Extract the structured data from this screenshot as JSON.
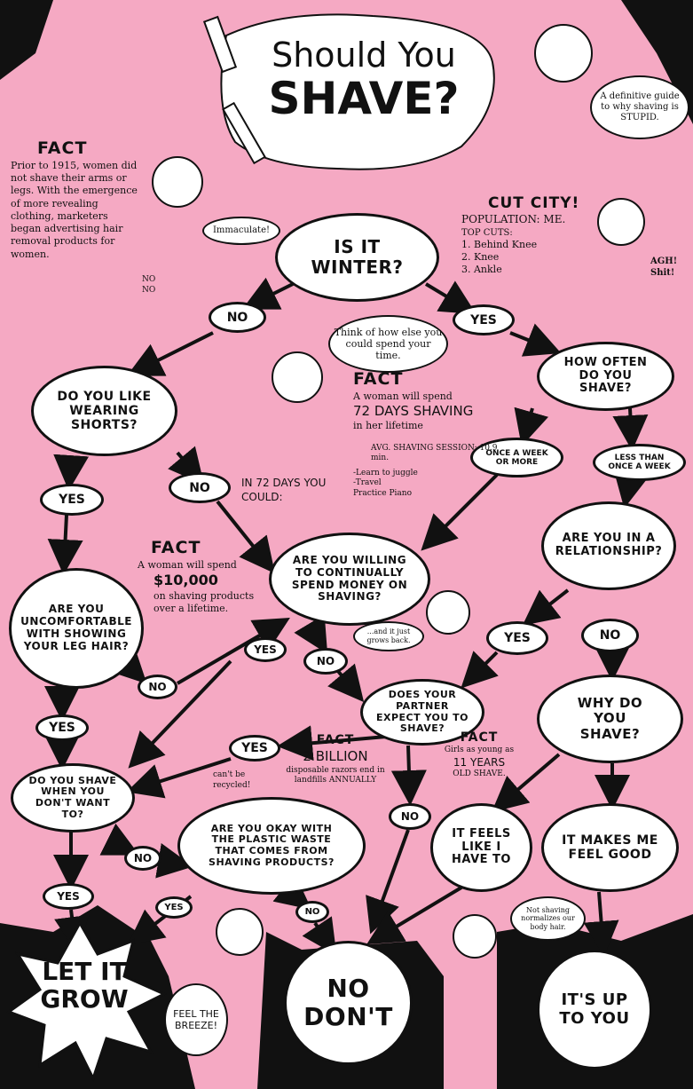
{
  "title": {
    "line1": "Should You",
    "line2": "SHAVE?"
  },
  "subtitle_bubble": "A definitive guide to why shaving is STUPID.",
  "fact1": {
    "heading": "FACT",
    "text": "Prior to 1915, women did not shave their arms or legs. With the emergence of more revealing clothing, marketers began advertising hair removal products for women."
  },
  "immaculate_bubble": "Immaculate!",
  "no_no_text": "NO NO",
  "cut_city": {
    "heading": "CUT CITY!",
    "population_label": "POPULATION:",
    "population_value": "ME.",
    "top_cuts_label": "TOP CUTS:",
    "cuts": [
      "1. Behind Knee",
      "2. Knee",
      "3. Ankle"
    ],
    "exclaim": "AGH! Shit!"
  },
  "nodes": {
    "winter": "IS IT WINTER?",
    "shorts": "DO YOU LIKE WEARING SHORTS?",
    "how_often": "HOW OFTEN DO YOU SHAVE?",
    "uncomfortable": "ARE YOU UNCOMFORTABLE WITH SHOWING YOUR LEG HAIR?",
    "willing": "ARE YOU WILLING TO CONTINUALLY SPEND MONEY ON SHAVING?",
    "relationship": "ARE YOU IN A RELATIONSHIP?",
    "partner": "DOES YOUR PARTNER EXPECT YOU TO SHAVE?",
    "why": "WHY DO YOU SHAVE?",
    "dont_want": "DO YOU SHAVE WHEN YOU DON'T WANT TO?",
    "plastic": "ARE YOU OKAY WITH THE PLASTIC WASTE THAT COMES FROM SHAVING PRODUCTS?",
    "have_to": "IT FEELS LIKE I HAVE TO",
    "feel_good": "IT MAKES ME FEEL GOOD",
    "let_it_grow": "LET IT GROW",
    "no_dont": "NO DON'T",
    "up_to_you": "IT'S UP TO YOU"
  },
  "labels": {
    "no": "NO",
    "yes": "YES",
    "once_week": "ONCE A WEEK OR MORE",
    "less_week": "LESS THAN ONCE A WEEK"
  },
  "think_bubble": "Think of how else you could spend your time.",
  "fact2": {
    "heading": "FACT",
    "line1": "A woman will spend",
    "line2": "72 DAYS SHAVING",
    "line3": "in her lifetime",
    "avg": "AVG. SHAVING SESSION: 10.9 min.",
    "could_label": "IN 72 DAYS YOU COULD:",
    "could_items": [
      "-Learn to juggle",
      "-Travel",
      "Practice Piano"
    ]
  },
  "fact3": {
    "heading": "FACT",
    "line1": "A woman will spend",
    "amount": "$10,000",
    "line2": "on shaving products over a lifetime."
  },
  "grows_back": "...and it just grows back.",
  "fact4": {
    "heading": "FACT",
    "amount": "2 BILLION",
    "text": "disposable razors end in landfills ANNUALLY"
  },
  "fact5": {
    "heading": "FACT",
    "line1": "Girls as young as",
    "age": "11 YEARS",
    "line2": "OLD SHAVE."
  },
  "recycle_note": "can't be recycled!",
  "normalizes_bubble": "Not shaving normalizes our body hair.",
  "breeze_bubble": "FEEL THE BREEZE!",
  "colors": {
    "background": "#f5a9c3",
    "ink": "#111111",
    "node": "#ffffff"
  }
}
